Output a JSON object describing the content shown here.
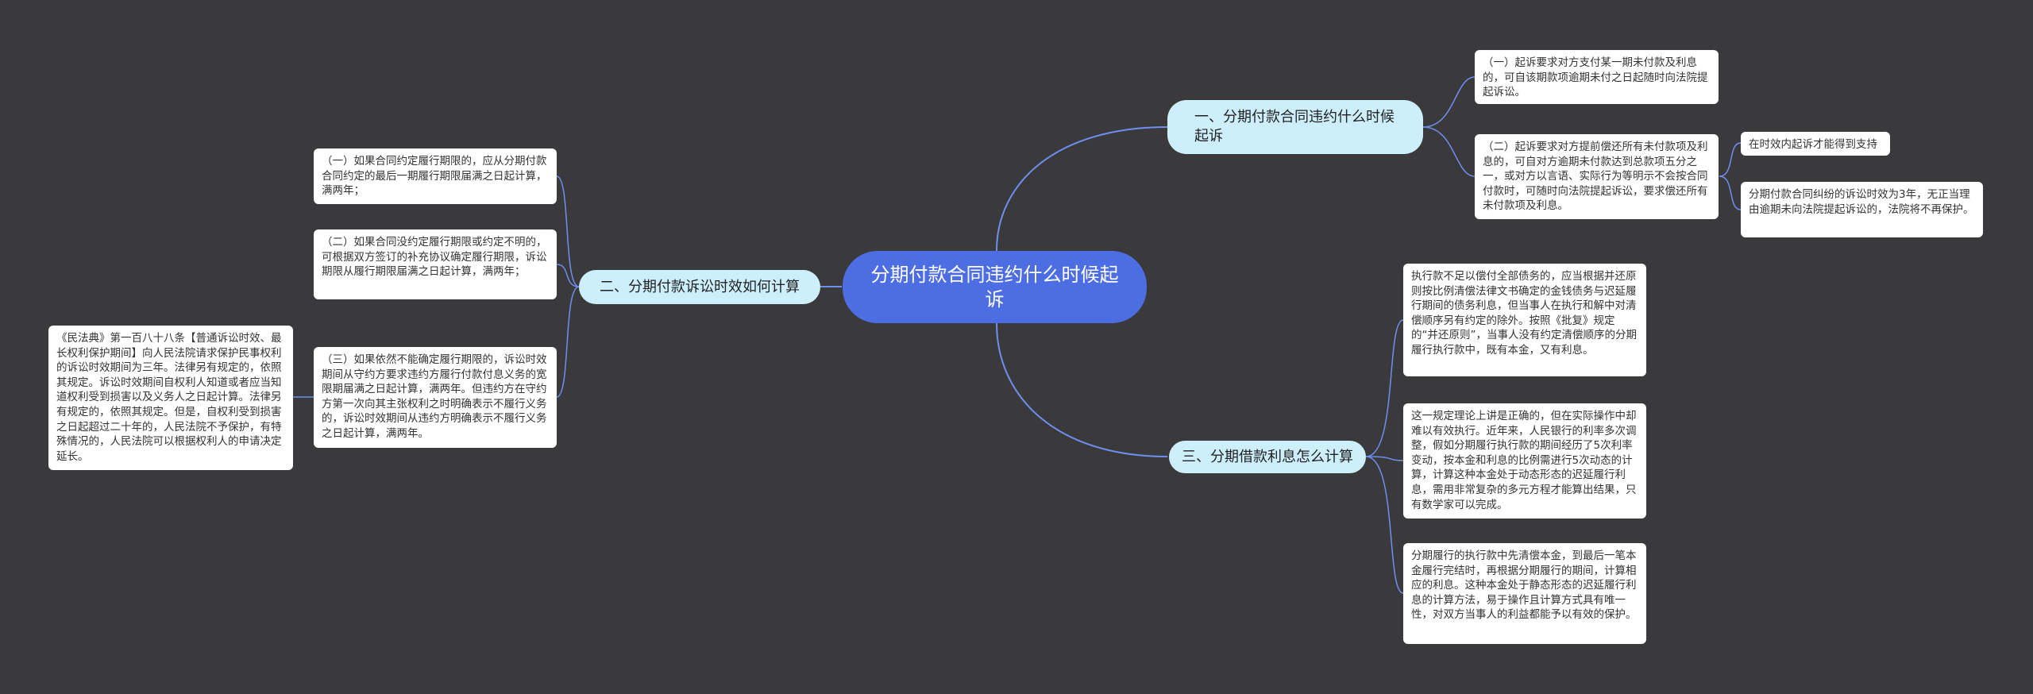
{
  "root": {
    "text": "分期付款合同违约什么时候起诉"
  },
  "branch1": {
    "title": "一、分期付款合同违约什么时候起诉",
    "leaf1": "（一）起诉要求对方支付某一期未付款及利息的，可自该期款项逾期未付之日起随时向法院提起诉讼。",
    "leaf2": "（二）起诉要求对方提前偿还所有未付款项及利息的，可自对方逾期未付款达到总款项五分之一，或对方以言语、实际行为等明示不会按合同付款时，可随时向法院提起诉讼，要求偿还所有未付款项及利息。",
    "leaf2_sub1": "在时效内起诉才能得到支持",
    "leaf2_sub2": "分期付款合同纠纷的诉讼时效为3年，无正当理由逾期未向法院提起诉讼的，法院将不再保护。"
  },
  "branch2": {
    "title": "二、分期付款诉讼时效如何计算",
    "leaf1": "（一）如果合同约定履行期限的，应从分期付款合同约定的最后一期履行期限届满之日起计算，满两年；",
    "leaf2": "（二）如果合同没约定履行期限或约定不明的，可根据双方签订的补充协议确定履行期限，诉讼期限从履行期限届满之日起计算，满两年；",
    "leaf3": "（三）如果依然不能确定履行期限的，诉讼时效期间从守约方要求违约方履行付款付息义务的宽限期届满之日起计算，满两年。但违约方在守约方第一次向其主张权利之时明确表示不履行义务的，诉讼时效期间从违约方明确表示不履行义务之日起计算，满两年。",
    "leaf3_sub": "《民法典》第一百八十八条【普通诉讼时效、最长权利保护期间】向人民法院请求保护民事权利的诉讼时效期间为三年。法律另有规定的，依照其规定。诉讼时效期间自权利人知道或者应当知道权利受到损害以及义务人之日起计算。法律另有规定的，依照其规定。但是，自权利受到损害之日起超过二十年的，人民法院不予保护，有特殊情况的，人民法院可以根据权利人的申请决定延长。"
  },
  "branch3": {
    "title": "三、分期借款利息怎么计算",
    "leaf1": "执行款不足以偿付全部债务的，应当根据并还原则按比例清偿法律文书确定的金钱债务与迟延履行期间的债务利息，但当事人在执行和解中对清偿顺序另有约定的除外。按照《批复》规定的“并还原则”，当事人没有约定清偿顺序的分期履行执行款中，既有本金，又有利息。",
    "leaf2": "这一规定理论上讲是正确的，但在实际操作中却难以有效执行。近年来，人民银行的利率多次调整，假如分期履行执行款的期间经历了5次利率变动，按本金和利息的比例需进行5次动态的计算，计算这种本金处于动态形态的迟延履行利息，需用非常复杂的多元方程才能算出结果，只有数学家可以完成。",
    "leaf3": "分期履行的执行款中先清偿本金，到最后一笔本金履行完结时，再根据分期履行的期间，计算相应的利息。这种本金处于静态形态的迟延履行利息的计算方法，易于操作且计算方式具有唯一性，对双方当事人的利益都能予以有效的保护。"
  },
  "colors": {
    "background": "#3a3a3c",
    "root": "#4d6ee3",
    "branch": "#cdeefb",
    "link": "#6f8ff0"
  }
}
